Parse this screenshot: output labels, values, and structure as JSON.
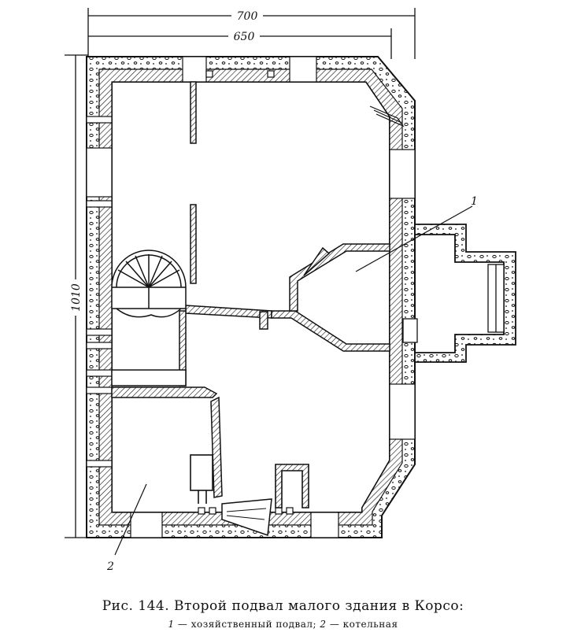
{
  "dimensions": {
    "outer_width": "700",
    "inner_width": "650",
    "height": "1010"
  },
  "callouts": {
    "label_1": "1",
    "label_2": "2"
  },
  "caption": {
    "title": "Рис. 144. Второй подвал малого здания в Корсо:",
    "legend_1_num": "1",
    "legend_1_text": " — хозяйственный подвал; ",
    "legend_2_num": "2",
    "legend_2_text": " — котельная"
  },
  "colors": {
    "ink": "#111111",
    "paper": "#ffffff"
  }
}
